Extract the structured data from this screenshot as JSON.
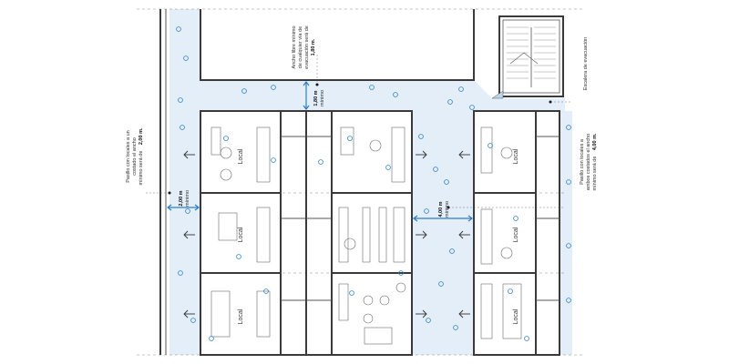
{
  "rooms": {
    "local_label": "Local"
  },
  "annotations": {
    "corridor_left": {
      "lines": [
        "Pasillo con locales a un",
        "costado el ancho",
        "mínimo será de"
      ],
      "value": "2,00 m."
    },
    "corridor_right": {
      "lines": [
        "Pasillo con locales a",
        "ambos costados el ancho",
        "mínimo será de"
      ],
      "value": "4,00 m."
    },
    "evacuation_width": {
      "lines": [
        "Ancho libre mínimo",
        "de cualquier vía de",
        "evacuación será de"
      ],
      "value": "1,80 m."
    },
    "stair": {
      "text": "Escalera de evacuación"
    }
  },
  "dimensions": {
    "d180": {
      "value": "1,80 m",
      "sub": "mínimo"
    },
    "d200": {
      "value": "2,00 m",
      "sub": "mínimo"
    },
    "d400": {
      "value": "4,00 m",
      "sub": "mínimo"
    }
  },
  "colors": {
    "corridor_fill": "#e3eef8",
    "dimension": "#2b7fc8",
    "walls": "#3a3a3a"
  }
}
